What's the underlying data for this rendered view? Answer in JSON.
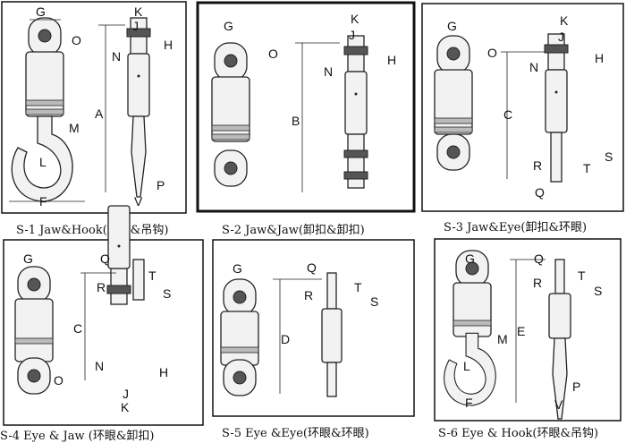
{
  "panels": [
    {
      "caption": "S-1 Jaw&Hook(卸扣&吊钩)",
      "labels": [
        "G",
        "K",
        "J",
        "O",
        "H",
        "N",
        "A",
        "M",
        "L",
        "F",
        "P",
        "V"
      ]
    },
    {
      "caption": "S-2 Jaw&Jaw(卸扣&卸扣)",
      "labels": [
        "G",
        "K",
        "J",
        "O",
        "H",
        "N",
        "B"
      ]
    },
    {
      "caption": "S-3 Jaw&Eye(卸扣&环眼)",
      "labels": [
        "G",
        "K",
        "J",
        "O",
        "H",
        "N",
        "C",
        "R",
        "T",
        "S",
        "Q"
      ]
    },
    {
      "caption": "S-4 Eye & Jaw (环眼&卸扣)",
      "labels": [
        "G",
        "Q",
        "T",
        "R",
        "S",
        "C",
        "N",
        "O",
        "H",
        "J",
        "K"
      ]
    },
    {
      "caption": "S-5 Eye &Eye(环眼&环眼)",
      "labels": [
        "G",
        "Q",
        "T",
        "R",
        "S",
        "D"
      ]
    },
    {
      "caption": "S-6 Eye & Hook(环眼&吊钩)",
      "labels": [
        "G",
        "Q",
        "T",
        "R",
        "S",
        "M",
        "E",
        "L",
        "F",
        "P",
        "V"
      ]
    }
  ]
}
